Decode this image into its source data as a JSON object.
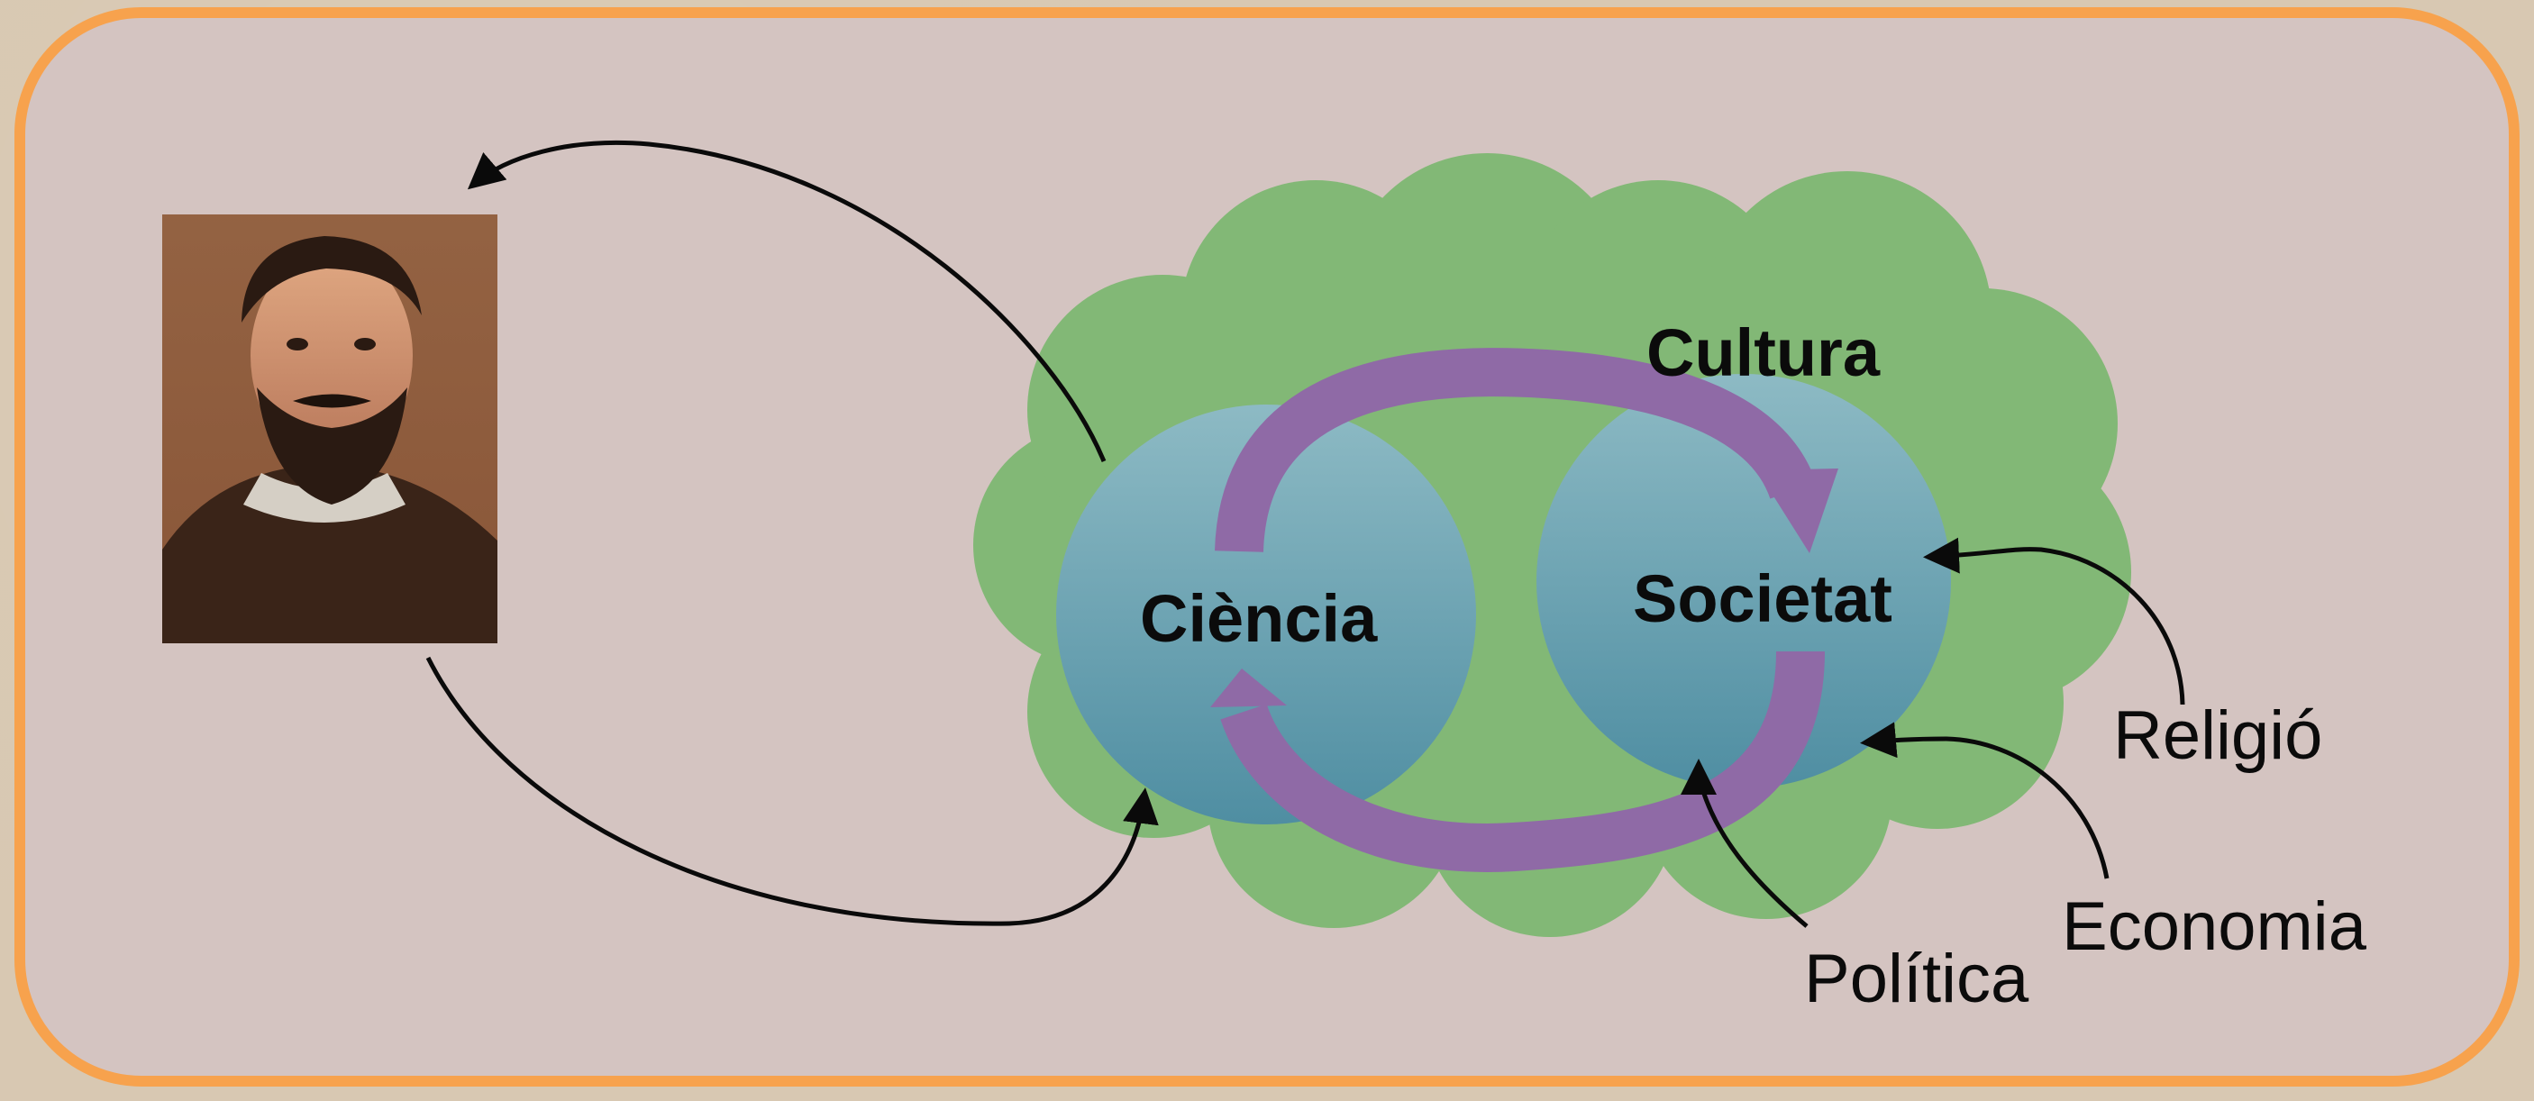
{
  "diagram": {
    "labels": {
      "culture": "Cultura",
      "science": "Ciència",
      "society": "Societat",
      "religion": "Religió",
      "economy": "Economia",
      "politics": "Política"
    },
    "portrait_icon": "bearded-man-portrait-icon",
    "colors": {
      "frame_border": "#f7a24d",
      "panel_fill": "#d4c4c1",
      "cloud_fill": "#82b876",
      "circle_fill": "#6aa3b3",
      "cycle_arrow": "#8f6aa6",
      "connector_arrow": "#0a0a0a"
    }
  }
}
